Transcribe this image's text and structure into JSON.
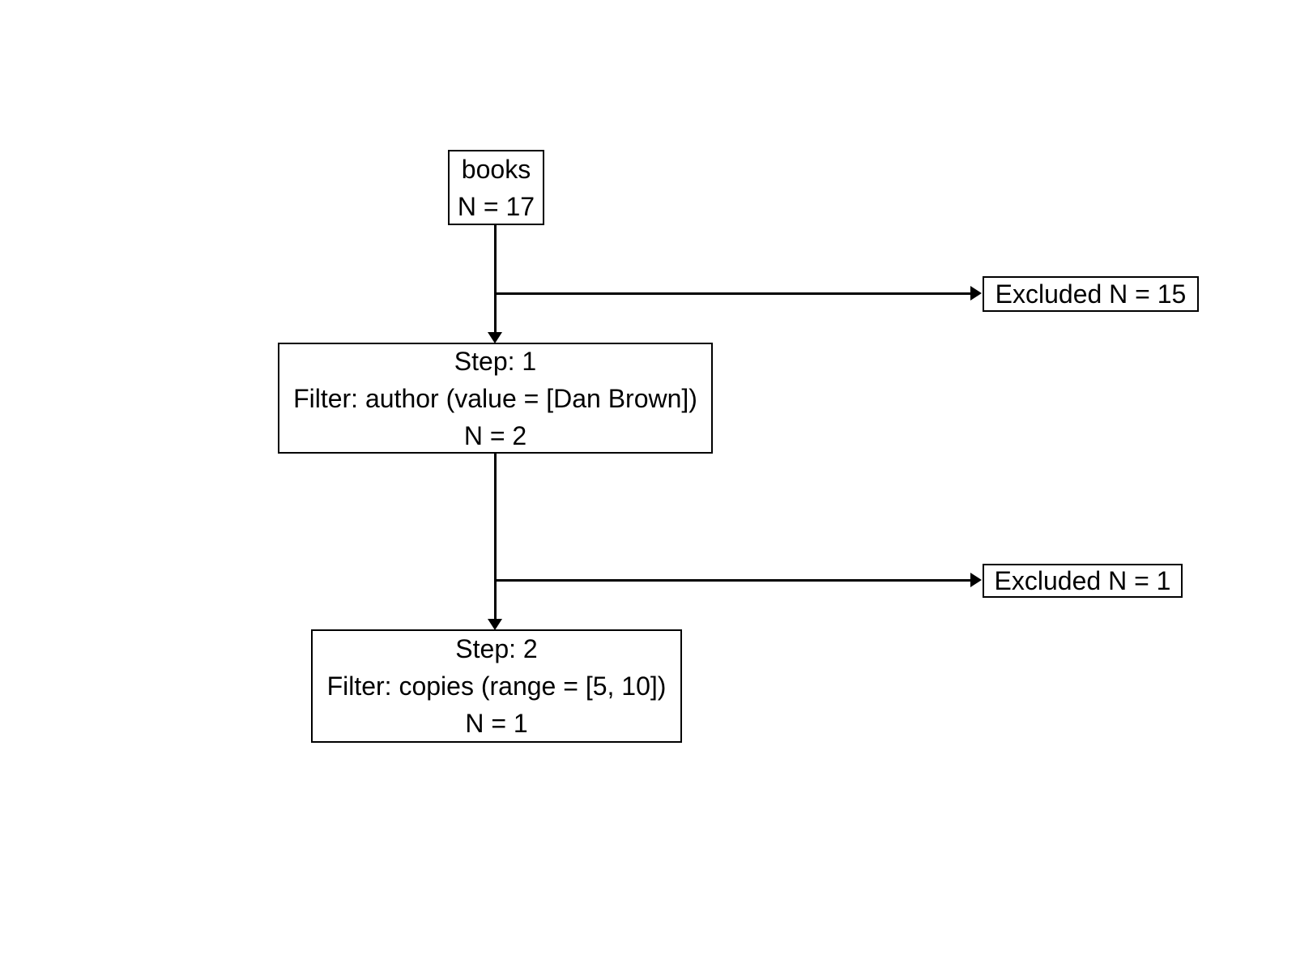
{
  "diagram": {
    "type": "flowchart",
    "colors": {
      "background": "#ffffff",
      "border": "#000000",
      "text": "#000000",
      "arrow": "#000000"
    },
    "nodes": {
      "source": {
        "name": "books",
        "count": "N = 17"
      },
      "step1": {
        "title": "Step: 1",
        "filter": "Filter: author (value = [Dan Brown])",
        "count": "N = 2"
      },
      "excluded1": {
        "label": "Excluded N = 15"
      },
      "step2": {
        "title": "Step: 2",
        "filter": "Filter: copies (range = [5, 10])",
        "count": "N = 1"
      },
      "excluded2": {
        "label": "Excluded N = 1"
      }
    }
  }
}
